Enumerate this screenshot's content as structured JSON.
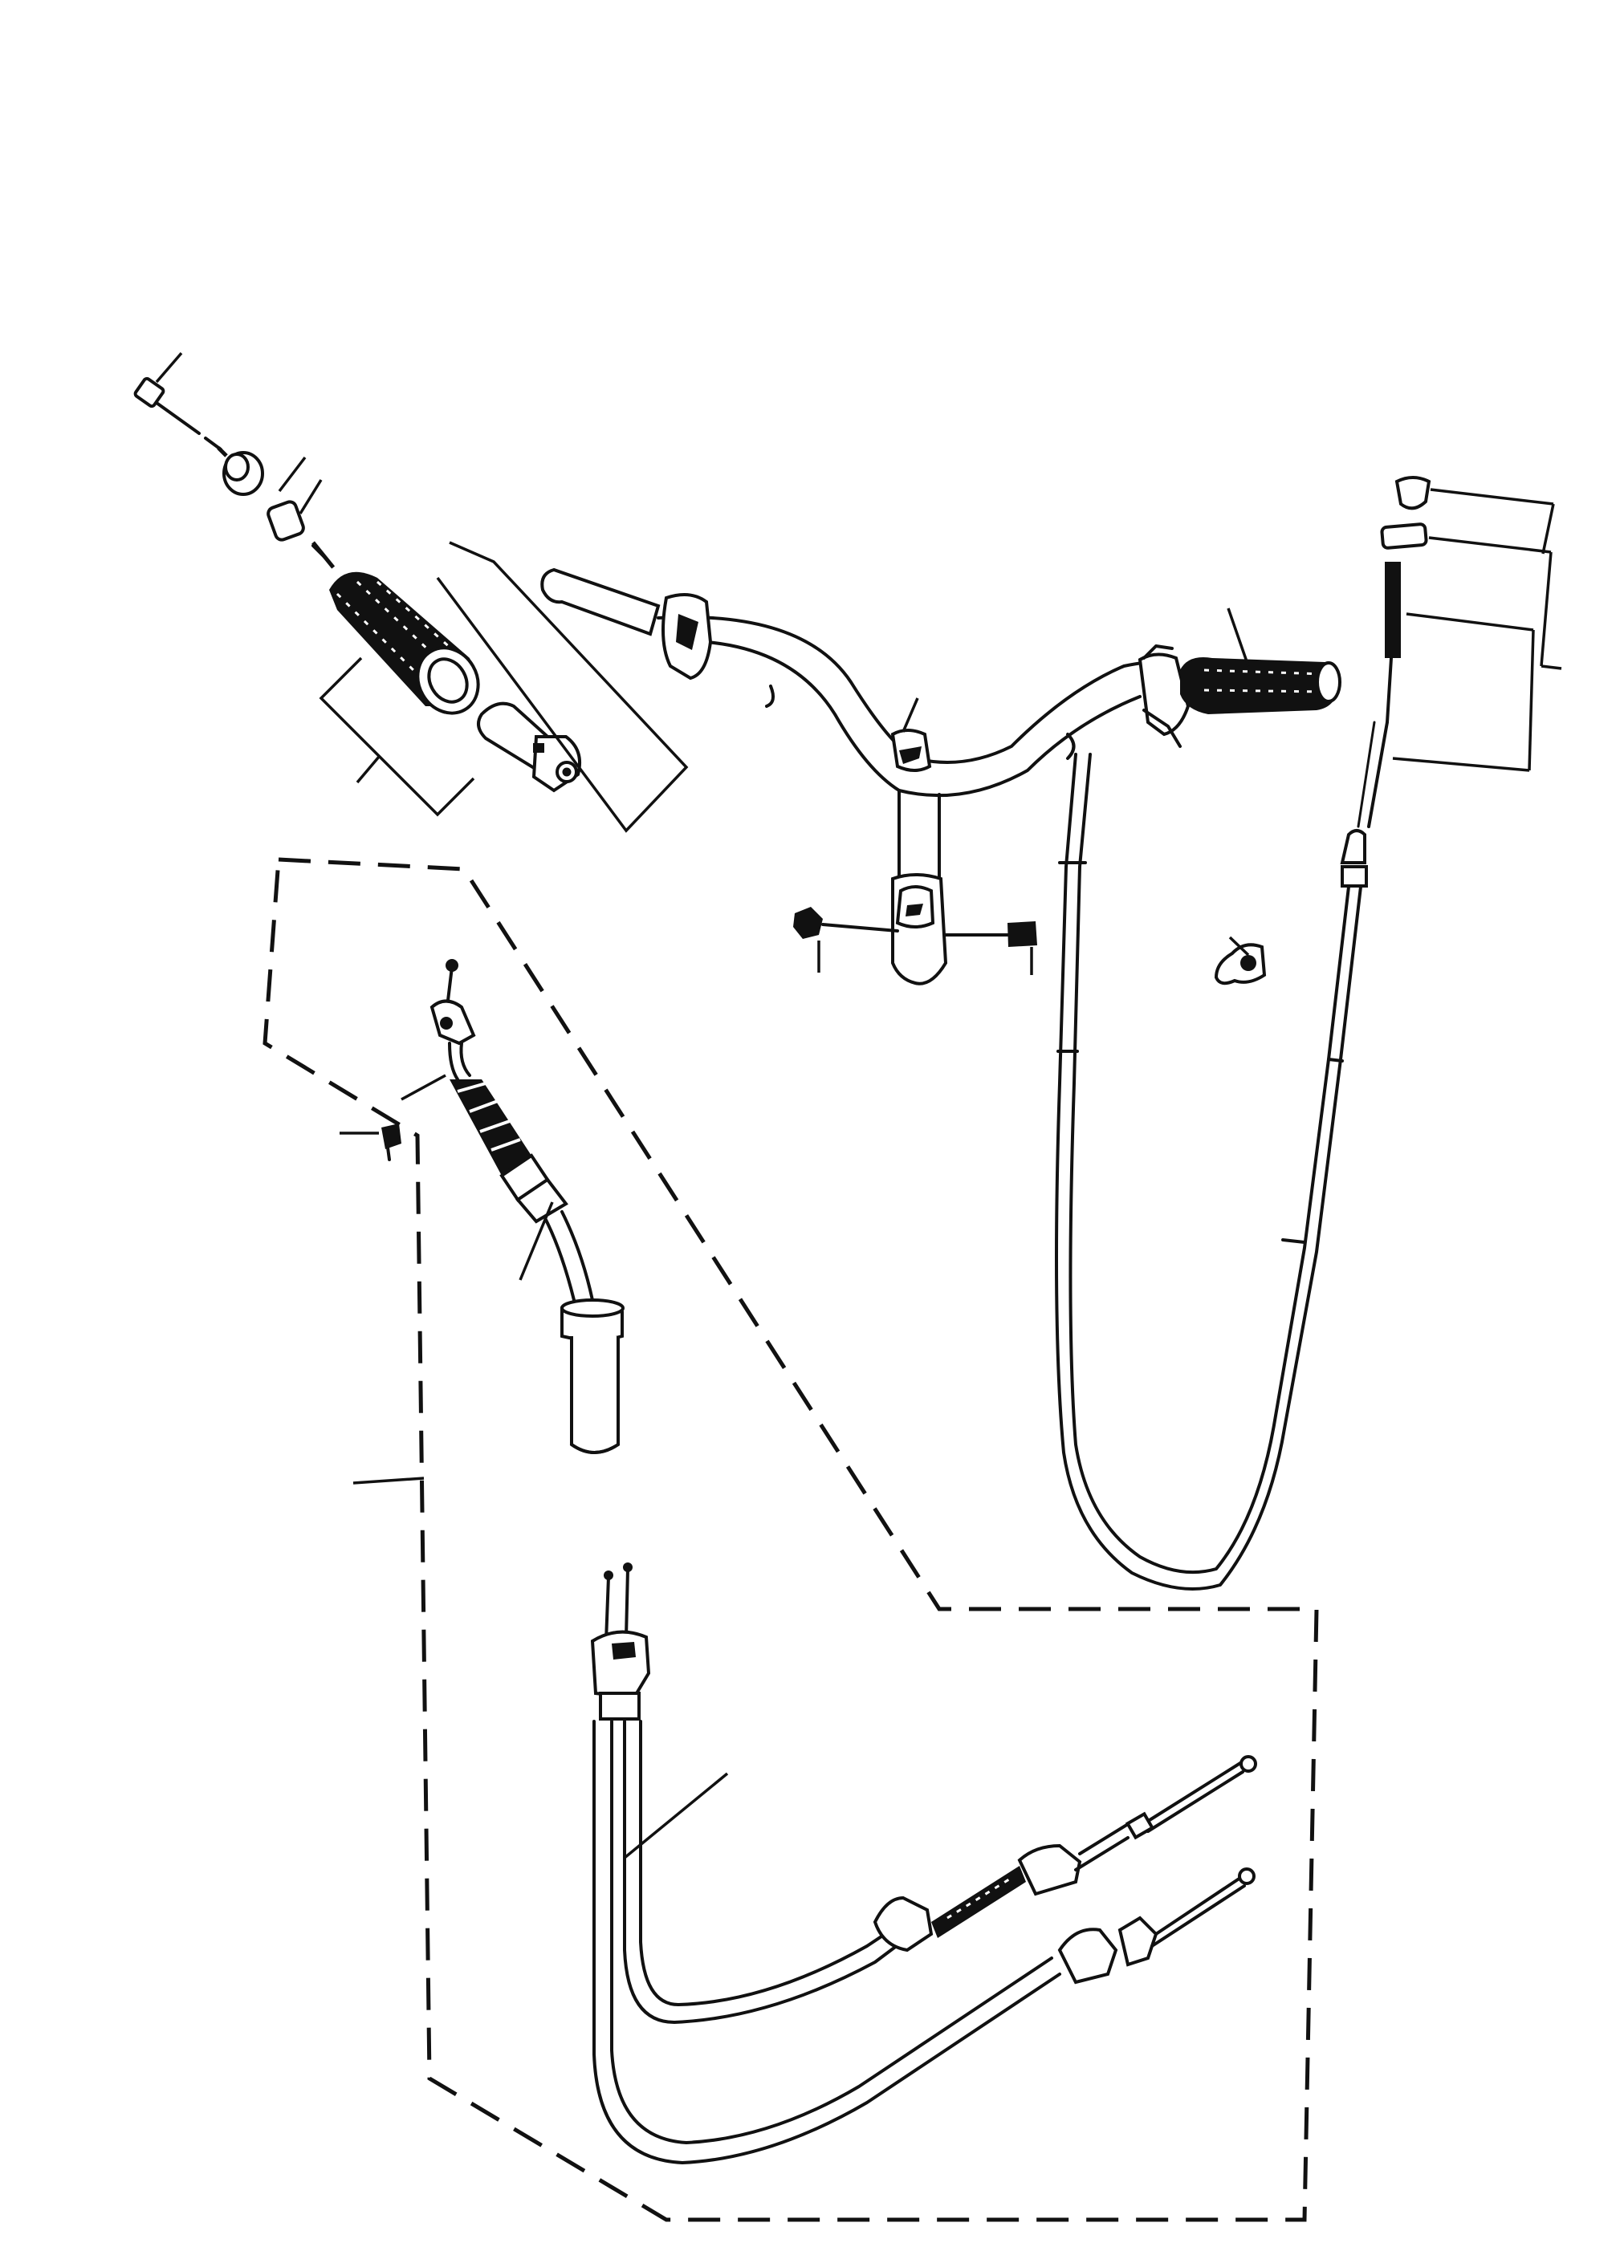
{
  "diagram": {
    "type": "exploded-parts-drawing",
    "colors": {
      "ink": "#111111",
      "paper": "#ffffff"
    },
    "parts": [
      "grip-end-screw",
      "grip-end-spacer",
      "grip-end-collar",
      "left-handlebar-grip",
      "throttle-tube",
      "handlebar",
      "right-handlebar-grip",
      "clutch-cable",
      "cable-adjuster",
      "handlebar-clamp",
      "clamp-nut",
      "clamp-bolt",
      "cable-guide-clip",
      "throttle-assembly",
      "throttle-screw",
      "twin-throttle-cables"
    ]
  }
}
